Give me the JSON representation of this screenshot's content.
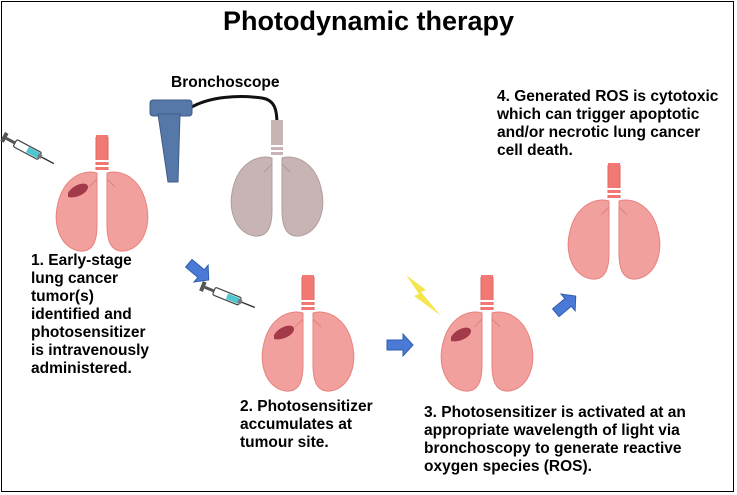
{
  "title": "Photodynamic therapy",
  "bronchoscope_label": "Bronchoscope",
  "steps": [
    {
      "text": "1. Early-stage\nlung cancer\ntumor(s)\nidentified and\nphotosensitizer\nis intravenously\nadministered."
    },
    {
      "text": "2. Photosensitizer\naccumulates at\ntumour site."
    },
    {
      "text": "3. Photosensitizer is activated at an\nappropriate wavelength of light via\nbronchoscopy to generate reactive\noxygen species (ROS)."
    },
    {
      "text": "4. Generated ROS is cytotoxic\nwhich can trigger apoptotic\nand/or necrotic lung cancer\ncell death."
    }
  ],
  "colors": {
    "lung": "#f2a09d",
    "lung_outline": "#e7827e",
    "trachea": "#f07a73",
    "tumor": "#a33a4a",
    "lung_gray": "#c8b4b4",
    "lung_gray_outline": "#b09d9d",
    "bronchoscope": "#5678a8",
    "arrow": "#4a7ad6",
    "light_bolt": "#f2e64a"
  }
}
